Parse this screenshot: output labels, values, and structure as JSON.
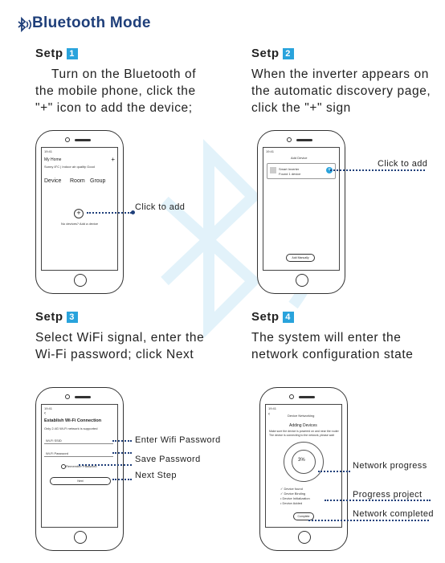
{
  "header": {
    "title": "Bluetooth Mode"
  },
  "steps": [
    {
      "label": "Setp",
      "num": "1",
      "text": "Turn on the Bluetooth of the mobile phone, click the \"+\" icon to add the device;"
    },
    {
      "label": "Setp",
      "num": "2",
      "text": "When the inverter appears on the automatic discovery page, click the \"+\" sign"
    },
    {
      "label": "Setp",
      "num": "3",
      "text": "Select WiFi signal, enter the Wi-Fi password; click Next"
    },
    {
      "label": "Setp",
      "num": "4",
      "text": "The system will enter the network configuration state"
    }
  ],
  "phone1": {
    "status_time": "19:41",
    "home": "My Home",
    "sub": "Sunny 8°C  |  Indoor air quality Good",
    "tabs": [
      "Device",
      "Room",
      "Group"
    ],
    "empty": "No devices? Add a device",
    "callout": "Click to add"
  },
  "phone2": {
    "status_time": "19:41",
    "nav_title": "Add Device",
    "device_name": "Smart Inverter",
    "device_sub": "Found 1 device",
    "bottom_btn": "Add Manually",
    "callout": "Click to add"
  },
  "phone3": {
    "status_time": "19:41",
    "heading": "Establish Wi-Fi Connection",
    "sub": "Only 2.4G Wi-Fi network is supported",
    "ssid_placeholder": "Wi-Fi SSID",
    "pwd_placeholder": "Wi-Fi Password",
    "remember": "Remember Password",
    "next_btn": "Next",
    "callouts": [
      "Enter Wifi Password",
      "Save Password",
      "Next Step"
    ]
  },
  "phone4": {
    "status_time": "19:41",
    "nav_title": "Device Networking",
    "heading": "Adding Devices",
    "sub1": "Make sure the device is powered on and near the router",
    "sub2": "The device is connecting to the network, please wait",
    "progress": "3%",
    "progress_value": 0.03,
    "list": [
      "Device found",
      "Device Binding",
      "Device Initialization",
      "Device Added"
    ],
    "complete_btn": "Complete",
    "callouts": [
      "Network progress",
      "Progress project",
      "Network completed"
    ]
  },
  "colors": {
    "accent": "#29a3dc",
    "title": "#1f3f7a",
    "dots": "#1f3f7a"
  }
}
